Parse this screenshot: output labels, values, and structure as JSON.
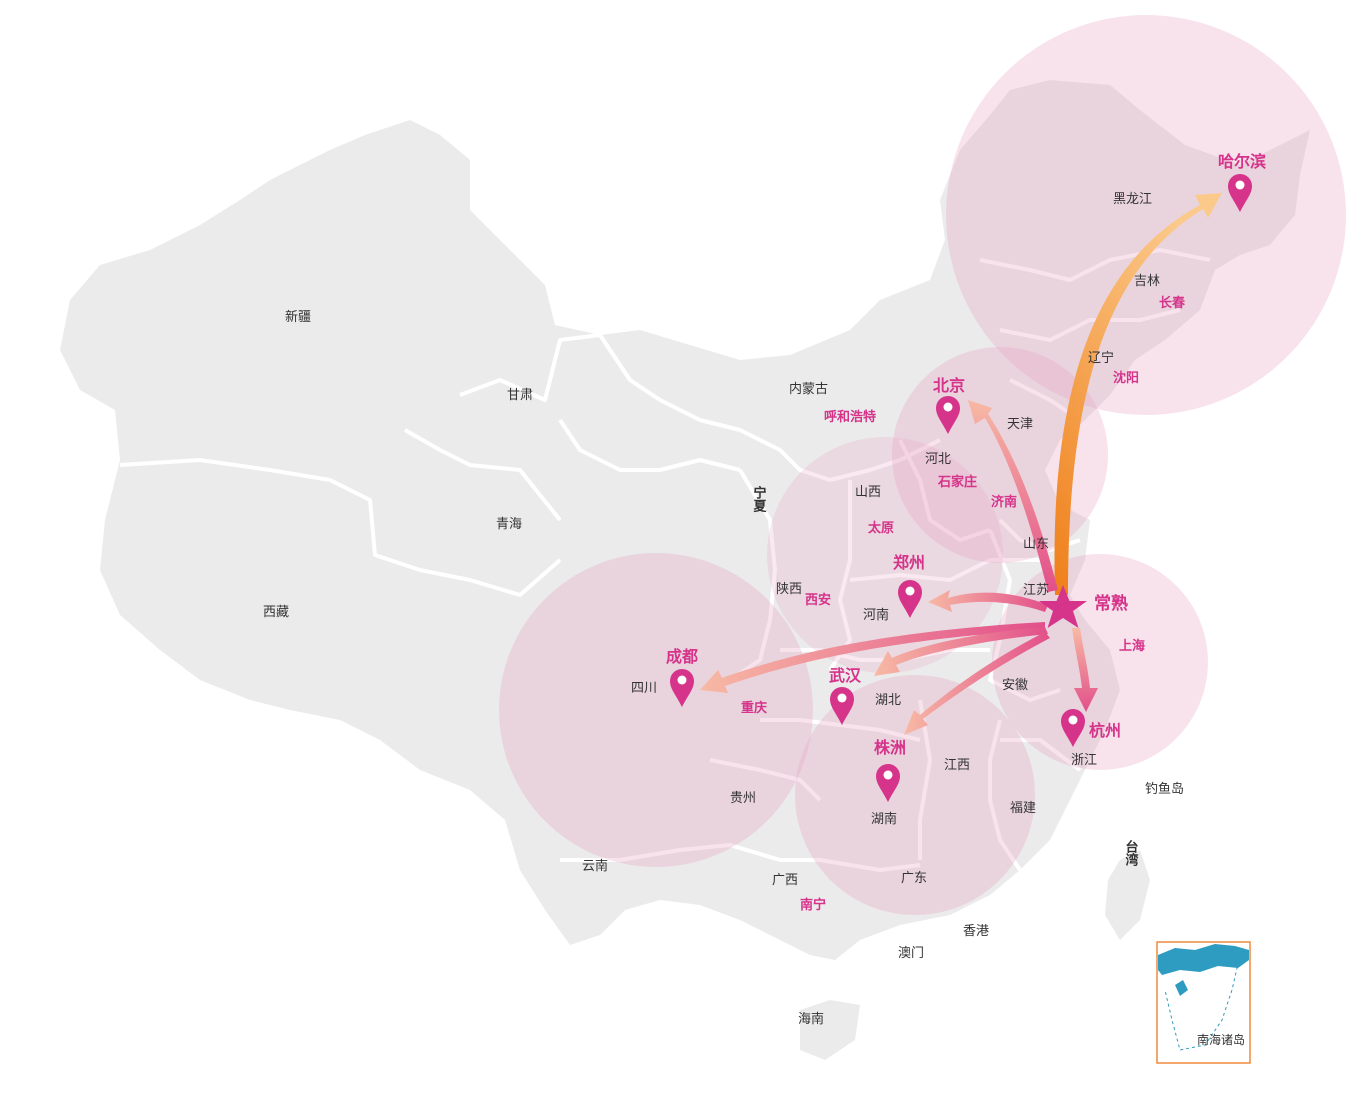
{
  "colors": {
    "land": "#ebebeb",
    "border": "#ffffff",
    "accent": "#d6338a",
    "circle": "#e699bf",
    "arrow_pink": "#f0a0b8",
    "arrow_orange": "#f39c3c",
    "inset_border": "#f08a3c",
    "inset_sea": "#2e9cc0"
  },
  "hub": {
    "name": "常熟",
    "icon": "star-icon"
  },
  "provinces": {
    "xinjiang": "新疆",
    "gansu": "甘肃",
    "neimenggu": "内蒙古",
    "qinghai": "青海",
    "xizang": "西藏",
    "ningxia": "宁夏",
    "shanxi": "山西",
    "shaanxi": "陕西",
    "henan": "河南",
    "hebei": "河北",
    "tianjin": "天津",
    "shandong": "山东",
    "jiangsu": "江苏",
    "anhui": "安徽",
    "zhejiang": "浙江",
    "heilongjiang": "黑龙江",
    "jilin": "吉林",
    "liaoning": "辽宁",
    "sichuan": "四川",
    "hubei": "湖北",
    "hunan": "湖南",
    "jiangxi": "江西",
    "fujian": "福建",
    "guizhou": "贵州",
    "yunnan": "云南",
    "guangxi": "广西",
    "guangdong": "广东",
    "hongkong": "香港",
    "macau": "澳门",
    "hainan": "海南",
    "taiwan": "台湾",
    "diaoyudao": "钓鱼岛"
  },
  "capitals": {
    "huhehaote": "呼和浩特",
    "shijiazhuang": "石家庄",
    "jinan": "济南",
    "taiyuan": "太原",
    "xian": "西安",
    "shanghai": "上海",
    "changchun": "长春",
    "shenyang": "沈阳",
    "chongqing": "重庆",
    "nanning": "南宁"
  },
  "destinations": {
    "harbin": "哈尔滨",
    "beijing": "北京",
    "zhengzhou": "郑州",
    "wuhan": "武汉",
    "chengdu": "成都",
    "zhuzhou": "株洲",
    "hangzhou": "杭州"
  },
  "inset": {
    "label": "南海诸岛"
  }
}
